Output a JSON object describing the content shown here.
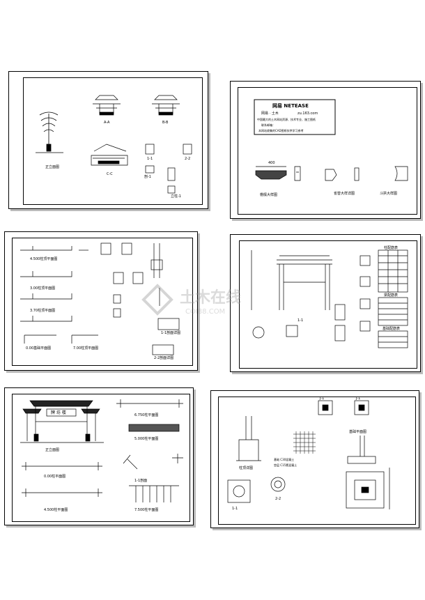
{
  "sheets": [
    {
      "id": "sheet-1",
      "captions": [
        "正立面图",
        "A-A",
        "B-B",
        "C-C",
        "1-1",
        "2-2",
        "剖-1",
        "立柱-1"
      ]
    },
    {
      "id": "sheet-2",
      "title_block": {
        "title": "网易 NETEASE",
        "line1": "网易 · 土木",
        "line2": "zu.163.com",
        "line3": "中国最大的土木网站资源、技术专业、施工图纸",
        "line4": "联系邮箱：",
        "line5": "本网站收集的CAD图纸仅供学习参考"
      },
      "dim": "400",
      "captions": [
        "檐檩大样图",
        "雀替大样详图",
        "斗拱大样图"
      ]
    },
    {
      "id": "sheet-3",
      "captions": [
        "4.500柱顶平面图",
        "3.00柱顶平面图",
        "3.70柱顶平面图",
        "0.00基础平面图",
        "7.00柱顶平面图",
        "1-1剖面详图",
        "2-2剖面详图"
      ]
    },
    {
      "id": "sheet-4",
      "captions": [
        "1-1"
      ],
      "table_titles": [
        "柱配筋表",
        "梁配筋表",
        "基础配筋表"
      ]
    },
    {
      "id": "sheet-5",
      "plaque": "牌 坊 楼",
      "captions": [
        "正立面图",
        "0.00柱平面图",
        "4.500柱平面图",
        "6.750柱平面图",
        "5.000柱平面图",
        "1-1剖面",
        "7.500柱平面图"
      ]
    },
    {
      "id": "sheet-6",
      "captions": [
        "1-1",
        "2-2",
        "柱顶详图",
        "基础平面图",
        "J-1",
        "J-1"
      ],
      "notes": [
        "基础 C30混凝土",
        "垫层 C15素混凝土"
      ]
    }
  ],
  "watermark": {
    "title": "土木在线",
    "url": "COI88.COM"
  }
}
